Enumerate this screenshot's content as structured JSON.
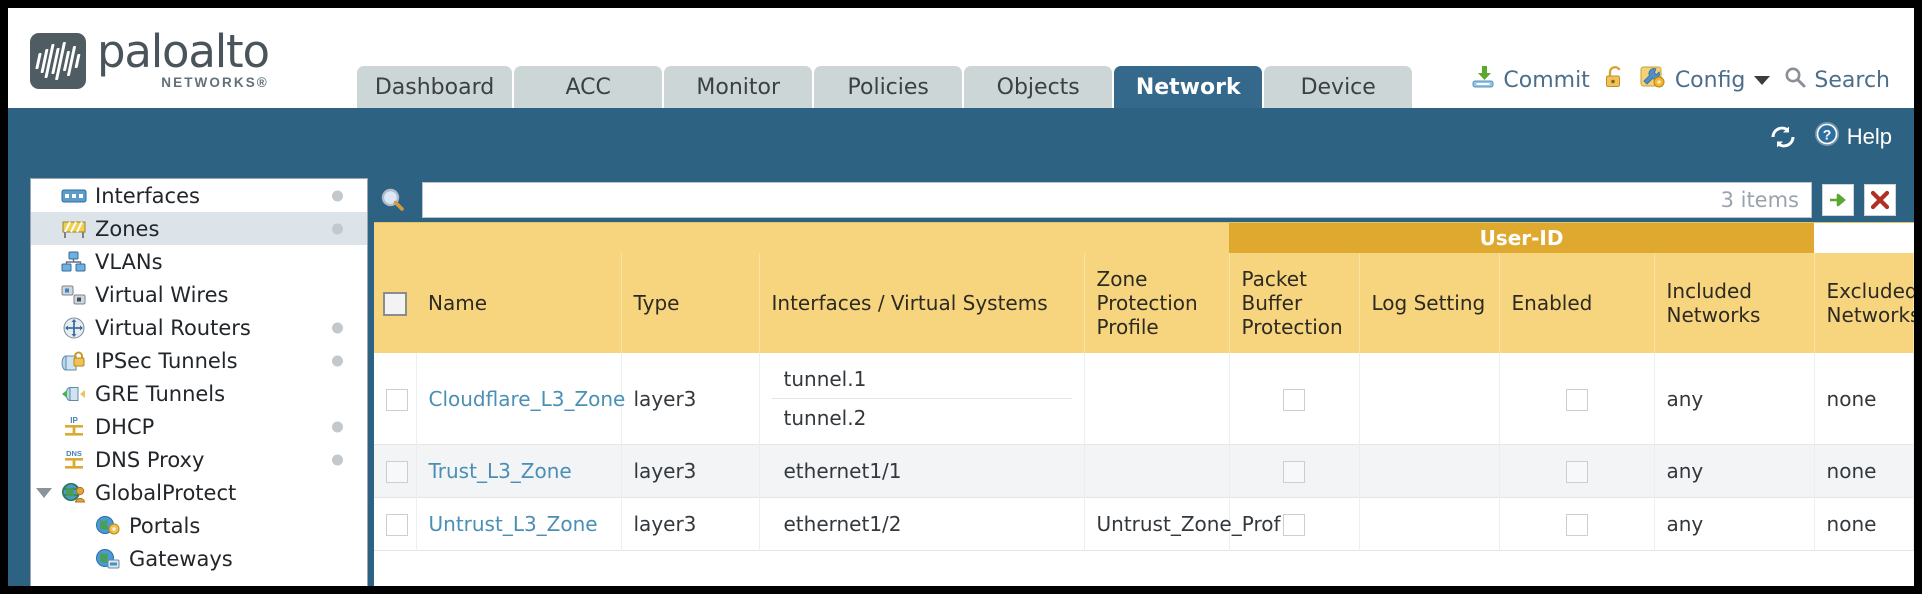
{
  "brand": {
    "name": "paloalto",
    "tagline": "NETWORKS®"
  },
  "nav": {
    "tabs": [
      {
        "label": "Dashboard",
        "active": false
      },
      {
        "label": "ACC",
        "active": false
      },
      {
        "label": "Monitor",
        "active": false
      },
      {
        "label": "Policies",
        "active": false
      },
      {
        "label": "Objects",
        "active": false
      },
      {
        "label": "Network",
        "active": true
      },
      {
        "label": "Device",
        "active": false
      }
    ]
  },
  "top_actions": {
    "commit": "Commit",
    "config": "Config",
    "search": "Search"
  },
  "subbar": {
    "help": "Help"
  },
  "sidebar": {
    "items": [
      {
        "label": "Interfaces",
        "icon": "interfaces-icon",
        "selected": false,
        "dot": true,
        "child": false,
        "expander": false
      },
      {
        "label": "Zones",
        "icon": "zones-icon",
        "selected": true,
        "dot": true,
        "child": false,
        "expander": false
      },
      {
        "label": "VLANs",
        "icon": "vlans-icon",
        "selected": false,
        "dot": false,
        "child": false,
        "expander": false
      },
      {
        "label": "Virtual Wires",
        "icon": "virtual-wires-icon",
        "selected": false,
        "dot": false,
        "child": false,
        "expander": false
      },
      {
        "label": "Virtual Routers",
        "icon": "virtual-routers-icon",
        "selected": false,
        "dot": true,
        "child": false,
        "expander": false
      },
      {
        "label": "IPSec Tunnels",
        "icon": "ipsec-tunnels-icon",
        "selected": false,
        "dot": true,
        "child": false,
        "expander": false
      },
      {
        "label": "GRE Tunnels",
        "icon": "gre-tunnels-icon",
        "selected": false,
        "dot": false,
        "child": false,
        "expander": false
      },
      {
        "label": "DHCP",
        "icon": "dhcp-icon",
        "selected": false,
        "dot": true,
        "child": false,
        "expander": false
      },
      {
        "label": "DNS Proxy",
        "icon": "dns-proxy-icon",
        "selected": false,
        "dot": true,
        "child": false,
        "expander": false
      },
      {
        "label": "GlobalProtect",
        "icon": "globalprotect-icon",
        "selected": false,
        "dot": false,
        "child": false,
        "expander": true
      },
      {
        "label": "Portals",
        "icon": "portals-icon",
        "selected": false,
        "dot": false,
        "child": true,
        "expander": false
      },
      {
        "label": "Gateways",
        "icon": "gateways-icon",
        "selected": false,
        "dot": false,
        "child": true,
        "expander": false
      }
    ]
  },
  "search": {
    "value": "",
    "placeholder": "",
    "item_count": "3 items",
    "apply_icon": "green-arrow-icon",
    "clear_icon": "red-x-icon"
  },
  "table": {
    "group_header": "User-ID",
    "columns": [
      "Name",
      "Type",
      "Interfaces / Virtual Systems",
      "Zone Protection Profile",
      "Packet Buffer Protection",
      "Log Setting",
      "Enabled",
      "Included Networks",
      "Excluded Networks"
    ],
    "rows": [
      {
        "name": "Cloudflare_L3_Zone",
        "type": "layer3",
        "interfaces": [
          "tunnel.1",
          "tunnel.2"
        ],
        "zone_protection_profile": "",
        "packet_buffer_protection": false,
        "log_setting": "",
        "userid_enabled": false,
        "included_networks": "any",
        "excluded_networks": "none",
        "alt": false
      },
      {
        "name": "Trust_L3_Zone",
        "type": "layer3",
        "interfaces": [
          "ethernet1/1"
        ],
        "zone_protection_profile": "",
        "packet_buffer_protection": false,
        "log_setting": "",
        "userid_enabled": false,
        "included_networks": "any",
        "excluded_networks": "none",
        "alt": true
      },
      {
        "name": "Untrust_L3_Zone",
        "type": "layer3",
        "interfaces": [
          "ethernet1/2"
        ],
        "zone_protection_profile": "Untrust_Zone_Prof",
        "packet_buffer_protection": false,
        "log_setting": "",
        "userid_enabled": false,
        "included_networks": "any",
        "excluded_networks": "none",
        "alt": false
      }
    ]
  },
  "colors": {
    "brand_blue": "#2e6282",
    "active_tab": "#35698b",
    "tab_idle": "#ccd6d6",
    "header_amber": "#f6d57e",
    "group_amber": "#dfa92f",
    "link_blue": "#4a8fb5"
  }
}
